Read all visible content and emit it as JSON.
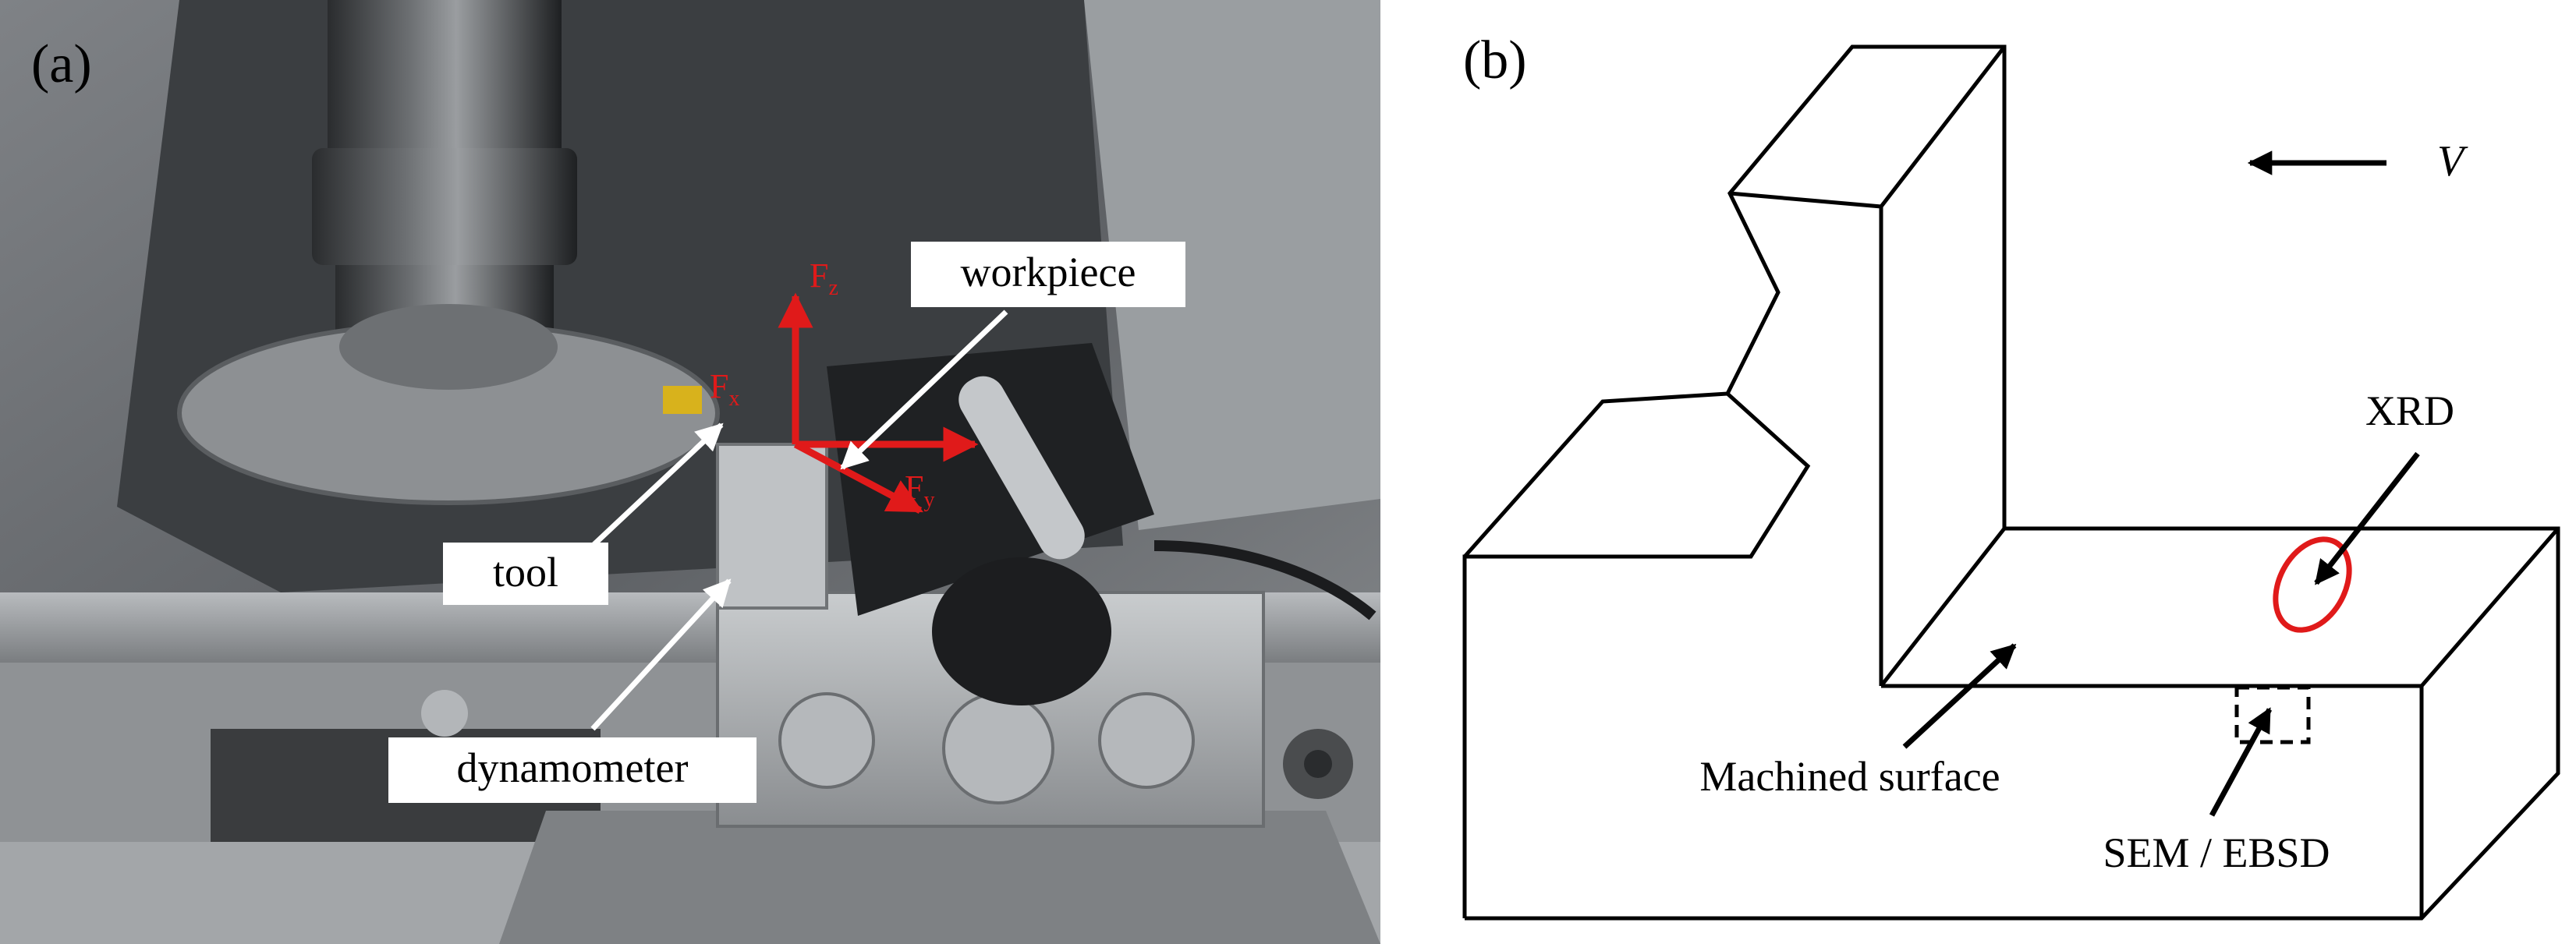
{
  "panel_a": {
    "label": "(a)",
    "callouts": {
      "workpiece": "workpiece",
      "tool": "tool",
      "dynamometer": "dynamometer"
    },
    "forces": {
      "fz_base": "F",
      "fz_sub": "z",
      "fx_base": "F",
      "fx_sub": "x",
      "fy_base": "F",
      "fy_sub": "y"
    }
  },
  "panel_b": {
    "label": "(b)",
    "velocity": "V",
    "xrd": "XRD",
    "machined_surface": "Machined surface",
    "sem_ebsd": "SEM / EBSD"
  },
  "colors": {
    "force_arrow": "#e01a1a",
    "xrd_ellipse": "#e01a1a",
    "line": "#000000"
  }
}
